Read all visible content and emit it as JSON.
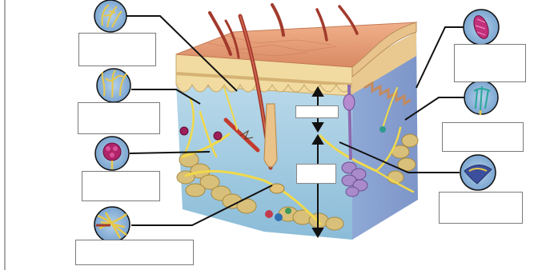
{
  "diagram": {
    "subject": "skin-cross-section-receptors",
    "label_boxes": [
      {
        "id": "receptor-top-left",
        "text": ""
      },
      {
        "id": "receptor-upper-left",
        "text": ""
      },
      {
        "id": "receptor-mid-left",
        "text": ""
      },
      {
        "id": "receptor-bottom-left",
        "text": ""
      },
      {
        "id": "receptor-top-right",
        "text": ""
      },
      {
        "id": "receptor-mid-right",
        "text": ""
      },
      {
        "id": "receptor-bottom-right",
        "text": ""
      },
      {
        "id": "layer-epidermis",
        "text": ""
      },
      {
        "id": "layer-dermis",
        "text": ""
      }
    ],
    "colors": {
      "epidermis_top": "#e8a27c",
      "epidermis_layer": "#f2dca4",
      "dermis": "#a6cde2",
      "hypodermis_fat": "#d8c27a",
      "hair": "#a23a2c",
      "nerve": "#f1d94a",
      "receptor_circle": "#8fb4d6",
      "leader_line": "#111111"
    }
  }
}
